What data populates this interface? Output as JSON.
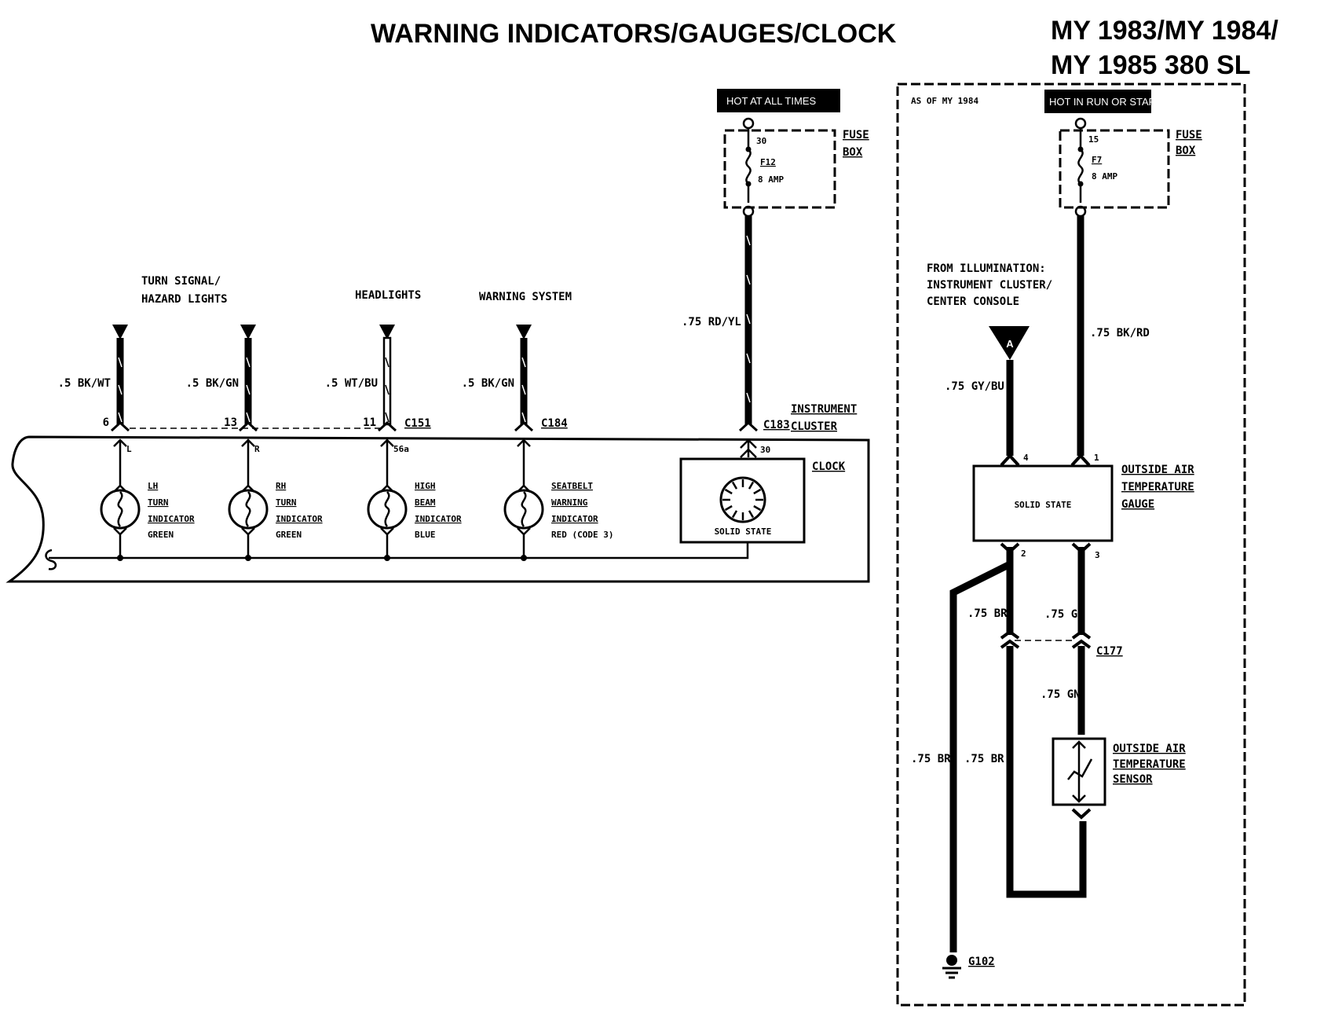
{
  "header": {
    "title": "WARNING INDICATORS/GAUGES/CLOCK",
    "model_line1": "MY 1983/MY 1984/",
    "model_line2": "MY 1985   380 SL"
  },
  "left_circuit": {
    "power_source": "HOT AT ALL TIMES",
    "fuse_box": {
      "label1": "FUSE",
      "label2": "BOX",
      "pin": "30",
      "fuse": "F12",
      "rating": "8 AMP"
    },
    "power_wire": ".75 RD/YL",
    "cluster_connector": "C183",
    "cluster_label1": "INSTRUMENT",
    "cluster_label2": "CLUSTER",
    "clock": {
      "label": "CLOCK",
      "type": "SOLID STATE",
      "pin": "30"
    },
    "sources": [
      {
        "label1": "TURN SIGNAL/",
        "label2": "HAZARD LIGHTS"
      },
      {
        "label1": "HEADLIGHTS"
      },
      {
        "label1": "WARNING SYSTEM"
      }
    ],
    "inputs": [
      {
        "wire": ".5 BK/WT",
        "pin": "6",
        "inner_pin": "L",
        "connector": "",
        "name1": "LH",
        "name2": "TURN",
        "name3": "INDICATOR",
        "color": "GREEN"
      },
      {
        "wire": ".5 BK/GN",
        "pin": "13",
        "inner_pin": "R",
        "connector": "",
        "name1": "RH",
        "name2": "TURN",
        "name3": "INDICATOR",
        "color": "GREEN"
      },
      {
        "wire": ".5 WT/BU",
        "pin": "11",
        "inner_pin": "56a",
        "connector": "C151",
        "name1": "HIGH",
        "name2": "BEAM",
        "name3": "INDICATOR",
        "color": "BLUE"
      },
      {
        "wire": ".5 BK/GN",
        "pin": "",
        "inner_pin": "",
        "connector": "C184",
        "name1": "SEATBELT",
        "name2": "WARNING",
        "name3": "INDICATOR",
        "color": "RED (CODE 3)"
      }
    ]
  },
  "right_circuit": {
    "box_label": "AS OF MY 1984",
    "power_source": "HOT IN RUN OR START",
    "fuse_box": {
      "label1": "FUSE",
      "label2": "BOX",
      "pin": "15",
      "fuse": "F7",
      "rating": "8 AMP"
    },
    "power_wire": ".75 BK/RD",
    "illum_label1": "FROM ILLUMINATION:",
    "illum_label2": "INSTRUMENT CLUSTER/",
    "illum_label3": "CENTER CONSOLE",
    "illum_ref": "A",
    "illum_wire": ".75 GY/BU",
    "gauge": {
      "type": "SOLID STATE",
      "label1": "OUTSIDE AIR",
      "label2": "TEMPERATURE",
      "label3": "GAUGE",
      "pins": [
        "4",
        "1",
        "2",
        "3"
      ]
    },
    "wires": {
      "br_upper": ".75 BR",
      "gn_upper": ".75 GN",
      "gn_lower": ".75 GN",
      "br_ground": ".75 BR",
      "br_lower": ".75 BR"
    },
    "connector": "C177",
    "sensor": {
      "label1": "OUTSIDE AIR",
      "label2": "TEMPERATURE",
      "label3": "SENSOR"
    },
    "ground": "G102"
  }
}
